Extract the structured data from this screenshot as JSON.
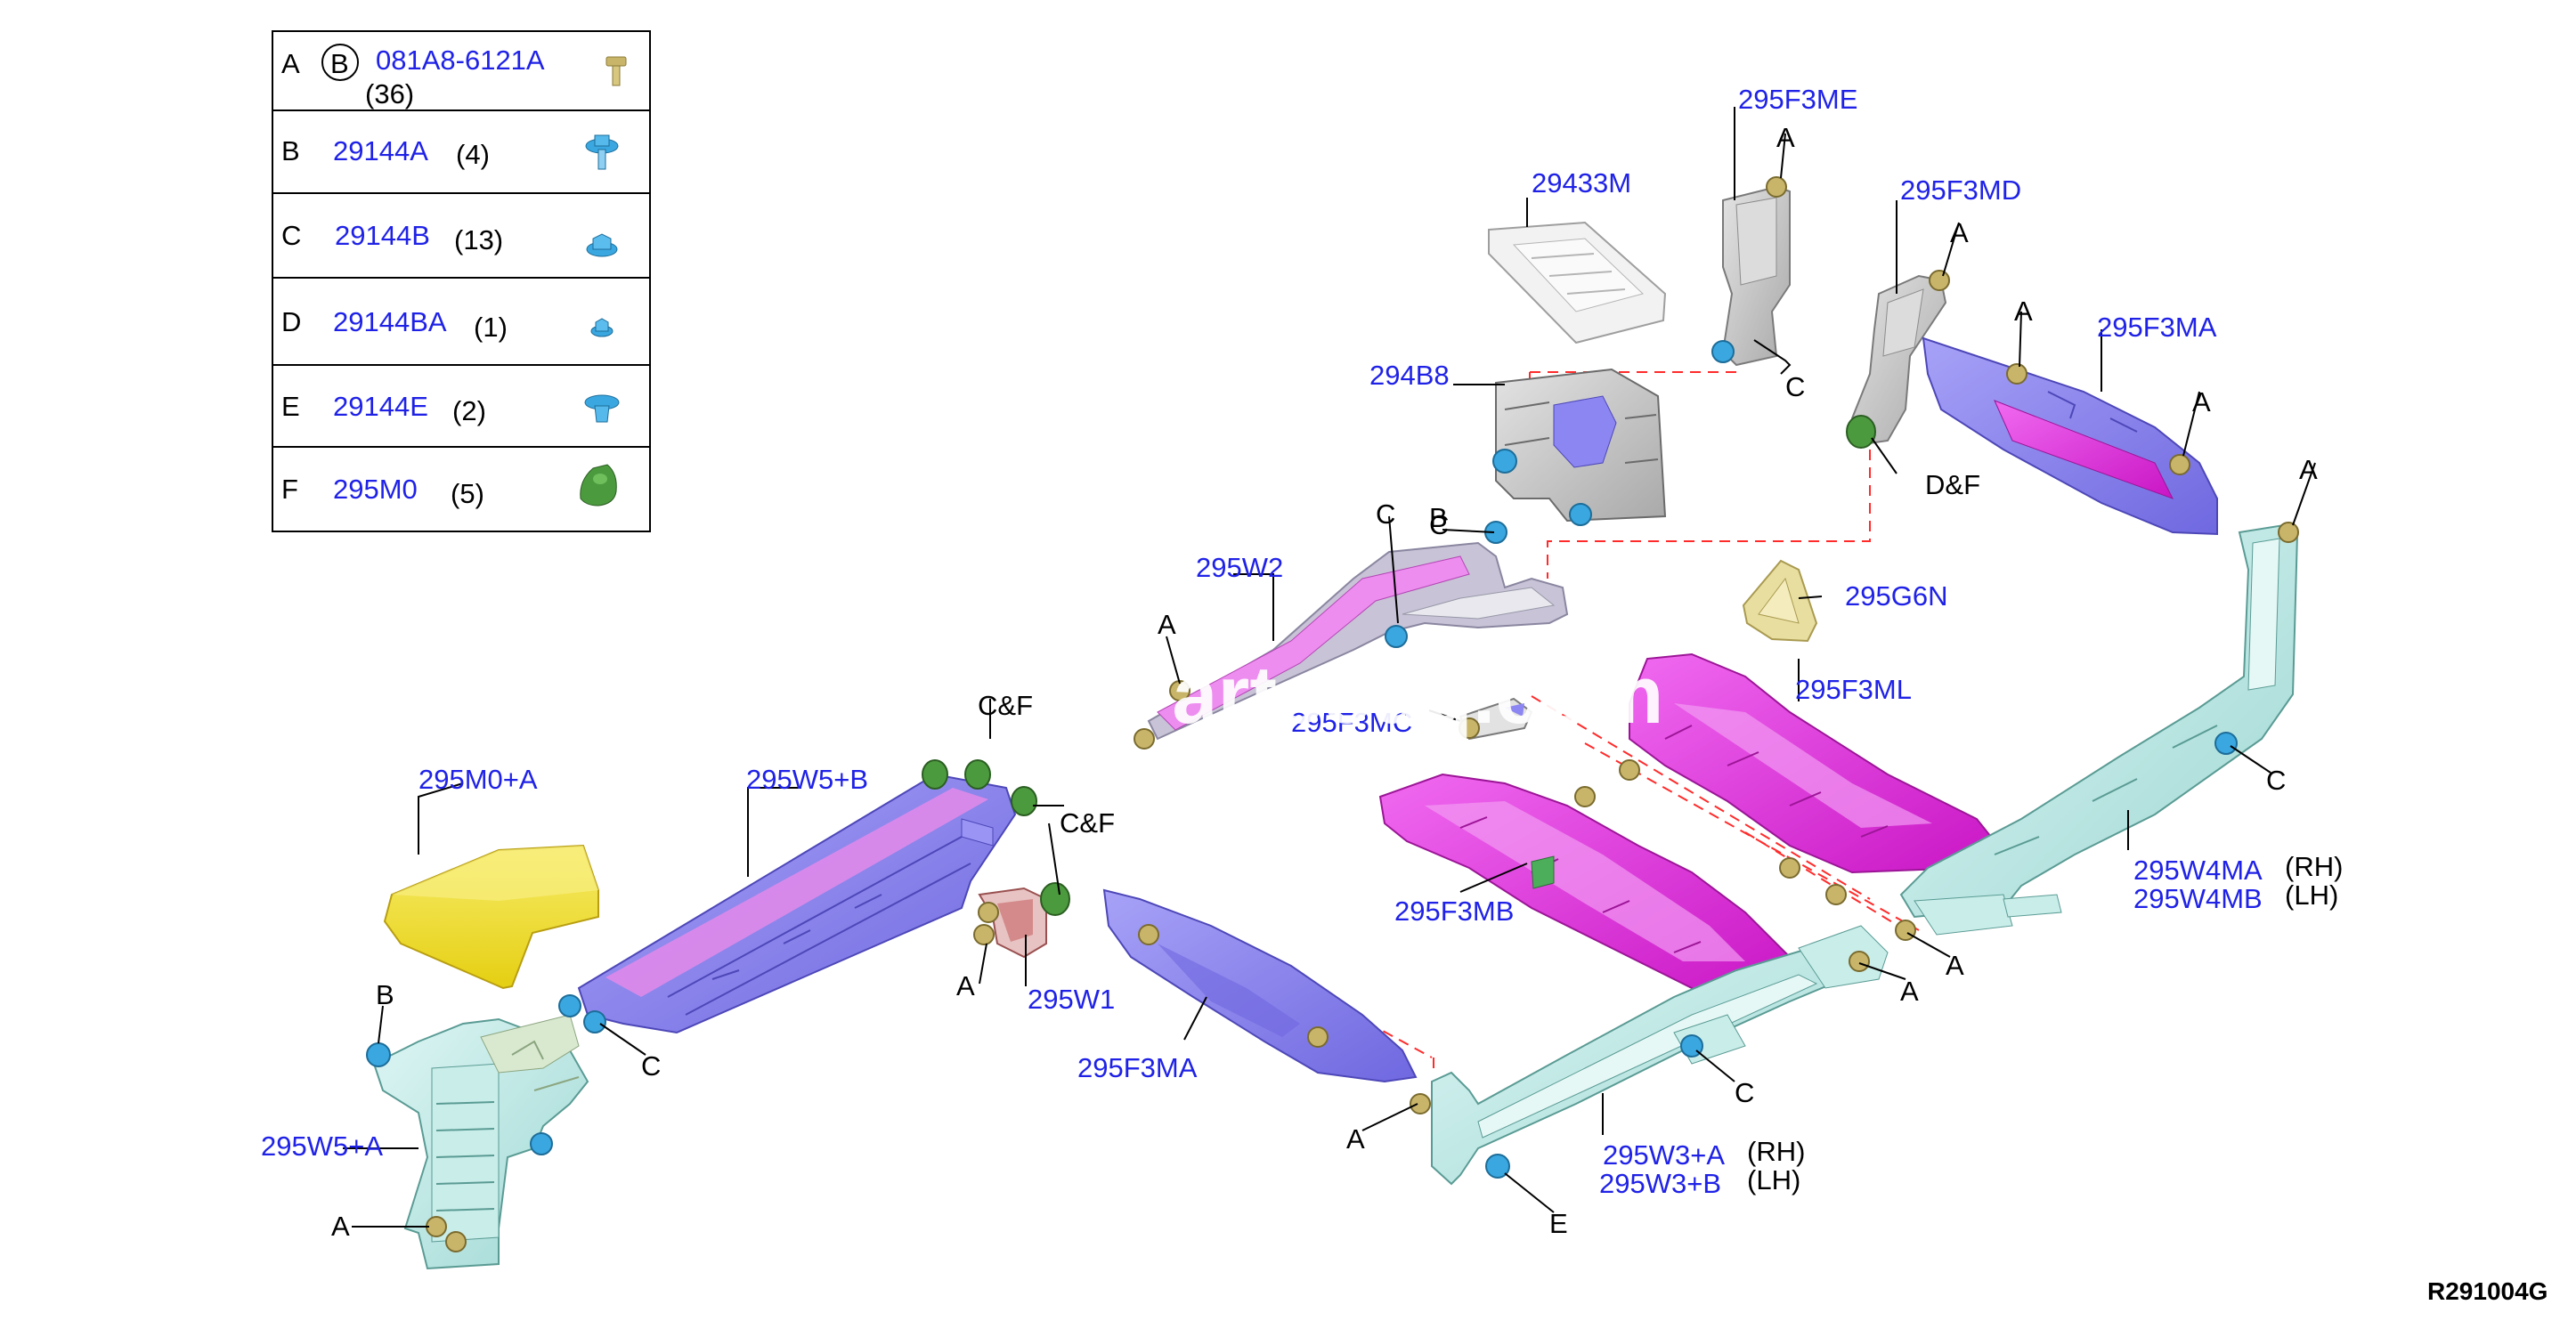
{
  "legend": {
    "rows": [
      {
        "letter": "A",
        "circled": "B",
        "part": "081A8-6121A",
        "qty": "(36)",
        "icon": "bolt-icon",
        "color": "#c9b56a"
      },
      {
        "letter": "B",
        "part": "29144A",
        "qty": "(4)",
        "icon": "flange-bolt-icon",
        "color": "#3aa7e0"
      },
      {
        "letter": "C",
        "part": "29144B",
        "qty": "(13)",
        "icon": "nut-icon",
        "color": "#3aa7e0"
      },
      {
        "letter": "D",
        "part": "29144BA",
        "qty": "(1)",
        "icon": "small-nut-icon",
        "color": "#3aa7e0"
      },
      {
        "letter": "E",
        "part": "29144E",
        "qty": "(2)",
        "icon": "clip-icon",
        "color": "#3aa7e0"
      },
      {
        "letter": "F",
        "part": "295M0",
        "qty": "(5)",
        "icon": "grommet-icon",
        "color": "#4c9a3e"
      }
    ]
  },
  "parts": {
    "p295m0a": "295M0+A",
    "p295w5b": "295W5+B",
    "p295w5a": "295W5+A",
    "p295w2": "295W2",
    "p295w1": "295W1",
    "p294b8": "294B8",
    "p29433m": "29433M",
    "p295f3me": "295F3ME",
    "p295f3md": "295F3MD",
    "p295f3ma_top": "295F3MA",
    "p295g6n": "295G6N",
    "p295f3mc": "295F3MC",
    "p295f3mb": "295F3MB",
    "p295f3ma_bottom": "295F3MA",
    "p295f3ml": "295F3ML",
    "p295w4ma": "295W4MA",
    "p295w4ma_side": "(RH)",
    "p295w4mb": "295W4MB",
    "p295w4mb_side": "(LH)",
    "p295w3a": "295W3+A",
    "p295w3a_side": "(RH)",
    "p295w3b": "295W3+B",
    "p295w3b_side": "(LH)"
  },
  "callouts": {
    "A": "A",
    "B": "B",
    "C": "C",
    "E": "E",
    "CF": "C&F",
    "DF": "D&F"
  },
  "watermark": "Partsouq.com",
  "diagram_code": "R291004G",
  "colors": {
    "purple": "#8c86f2",
    "pink": "#e650e6",
    "magenta": "#e020d8",
    "yellow": "#f2e02a",
    "mint": "#bfe9e6",
    "gray": "#c7c7c7",
    "cyan": "#3aa7e0",
    "green": "#4c9a3e",
    "brass": "#c9b56a"
  }
}
